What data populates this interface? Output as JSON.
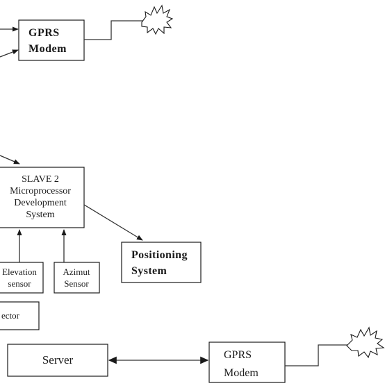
{
  "nodes": {
    "gprs_modem_top": {
      "line1": "GPRS",
      "line2": "Modem"
    },
    "slave2": {
      "line1": "SLAVE 2",
      "line2": "Microprocessor",
      "line3": "Development",
      "line4": "System"
    },
    "positioning": {
      "line1": "Positioning",
      "line2": "System"
    },
    "elevation": {
      "line1": "Elevation",
      "line2": "sensor"
    },
    "azimut": {
      "line1": "Azimut",
      "line2": "Sensor"
    },
    "detector": {
      "label": "ector"
    },
    "server": {
      "label": "Server"
    },
    "gprs_modem_bottom": {
      "line1": "GPRS",
      "line2": "Modem"
    }
  },
  "edges": [
    {
      "from": "offscreen-left",
      "to": "gprs_modem_top",
      "arrow": "end"
    },
    {
      "from": "offscreen-left",
      "to": "gprs_modem_top",
      "arrow": "end"
    },
    {
      "from": "gprs_modem_top",
      "to": "antenna_top",
      "arrow": "none"
    },
    {
      "from": "offscreen-left",
      "to": "slave2",
      "arrow": "end"
    },
    {
      "from": "slave2",
      "to": "positioning",
      "arrow": "end"
    },
    {
      "from": "elevation",
      "to": "slave2",
      "arrow": "end"
    },
    {
      "from": "azimut",
      "to": "slave2",
      "arrow": "end"
    },
    {
      "from": "server",
      "to": "gprs_modem_bottom",
      "arrow": "both"
    },
    {
      "from": "gprs_modem_bottom",
      "to": "antenna_bottom",
      "arrow": "none"
    }
  ],
  "colors": {
    "stroke": "#1a1a1a",
    "background": "#ffffff"
  },
  "icons": {
    "antenna_top": "starburst-icon",
    "antenna_bottom": "starburst-icon"
  }
}
